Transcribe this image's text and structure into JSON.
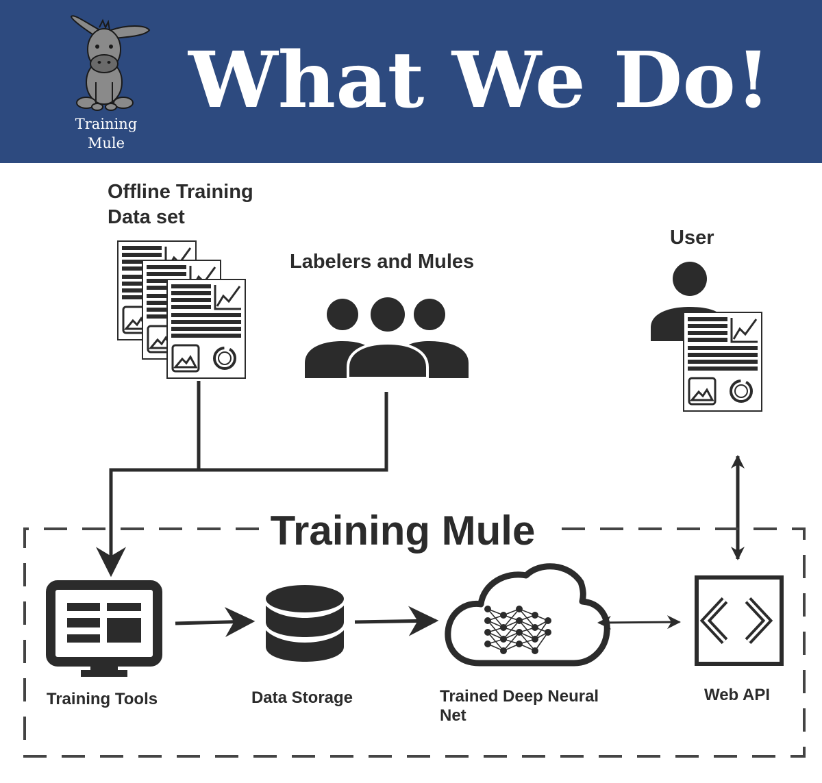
{
  "header": {
    "title": "What We Do!",
    "logo_line1": "Training",
    "logo_line2": "Mule",
    "background": "#2d4a7f"
  },
  "labels": {
    "offline_line1": "Offline Training",
    "offline_line2": "Data set",
    "labelers": "Labelers and Mules",
    "user": "User",
    "system_title": "Training Mule",
    "training_tools": "Training Tools",
    "data_storage": "Data Storage",
    "dnn_line1": "Trained Deep Neural",
    "dnn_line2": "Net",
    "web_api": "Web API"
  },
  "icons": {
    "logo": "donkey-icon",
    "dataset": "document-stack-icon",
    "labelers": "group-icon",
    "user": "user-icon",
    "tools": "monitor-icon",
    "storage": "database-icon",
    "dnn": "cloud-neural-net-icon",
    "api": "code-icon"
  },
  "colors": {
    "ink": "#2b2b2b",
    "header": "#2d4a7f",
    "mule": "#8a8a8a"
  }
}
